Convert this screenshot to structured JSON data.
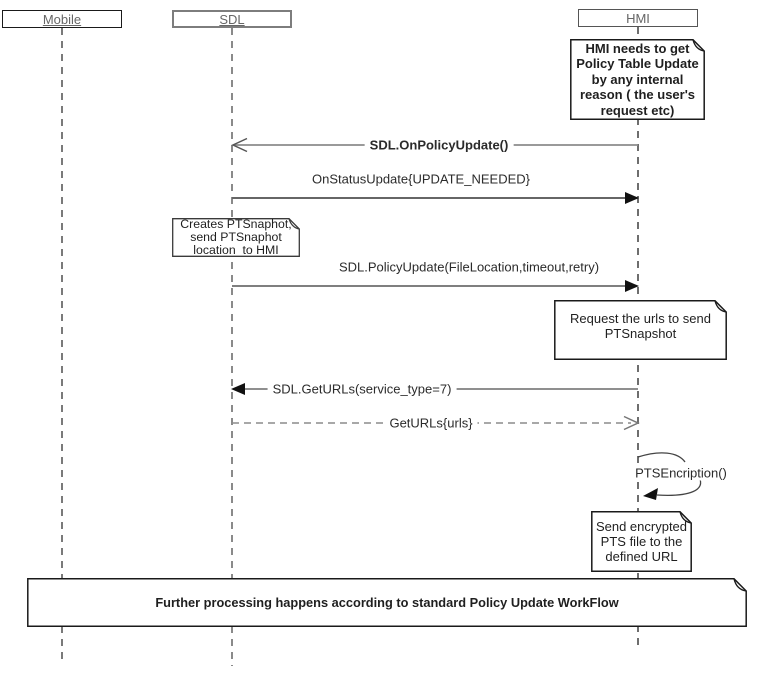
{
  "colors": {
    "background": "#ffffff",
    "message_line_gray": "#7f7f7f",
    "arrowhead_black": "#111111",
    "note_border": "#1a1a1a",
    "label_text": "#2b2b2b",
    "participant_text": "#666666"
  },
  "diagram": {
    "participants": [
      {
        "name": "Mobile"
      },
      {
        "name": "SDL"
      },
      {
        "name": "HMI"
      }
    ],
    "messages": [
      {
        "from": "HMI",
        "to": "SDL",
        "label": "SDL.OnPolicyUpdate()",
        "style": "solid line, open arrowhead at SDL"
      },
      {
        "from": "SDL",
        "to": "HMI",
        "label": "OnStatusUpdate{UPDATE_NEEDED}",
        "style": "solid line, filled arrowhead at HMI"
      },
      {
        "from": "SDL",
        "to": "HMI",
        "label": "SDL.PolicyUpdate(FileLocation,timeout,retry)",
        "style": "solid line, filled arrowhead at HMI"
      },
      {
        "from": "HMI",
        "to": "SDL",
        "label": "SDL.GetURLs(service_type=7)",
        "style": "solid line, filled arrowhead at SDL"
      },
      {
        "from": "SDL",
        "to": "HMI",
        "label": "GetURLs{urls}",
        "style": "dashed line, open arrowhead at HMI"
      },
      {
        "from": "HMI",
        "to": "HMI",
        "label": "PTSEncription()",
        "style": "self message curved arrow"
      }
    ],
    "notes": {
      "hmi_reason": {
        "attached_to": "HMI",
        "lines": [
          "HMI needs to get",
          "Policy Table Update",
          "by any internal",
          "reason ( the user's",
          "request etc)"
        ]
      },
      "sdl_snapshot": {
        "attached_to": "SDL",
        "lines": [
          "Creates PTSnaphot,",
          "send PTSnaphot",
          "location  to HMI"
        ]
      },
      "request_urls": {
        "attached_to": "HMI",
        "lines": [
          "Request the urls to send",
          "PTSnapshot"
        ]
      },
      "send_encrypted": {
        "attached_to": "HMI",
        "lines": [
          "Send encrypted",
          "PTS file to the",
          "defined URL"
        ]
      },
      "further_processing": {
        "text": "Further processing happens according to standard Policy Update WorkFlow"
      }
    }
  }
}
